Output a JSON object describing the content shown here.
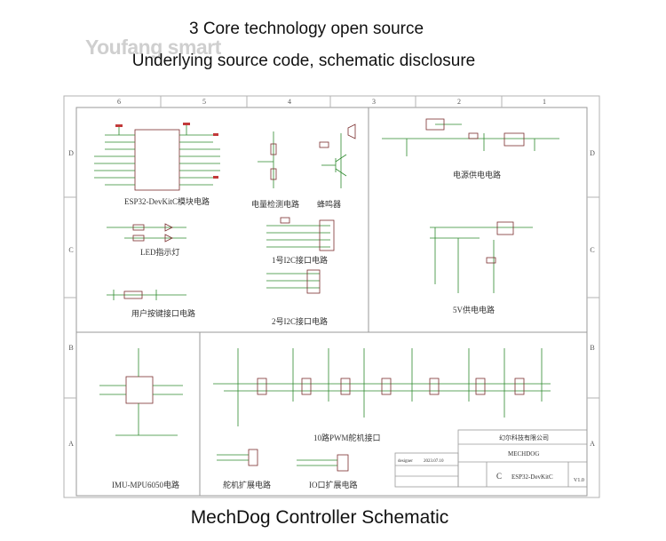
{
  "watermark": "Youfang smart",
  "header": {
    "line1": "3 Core technology open source",
    "line2": "Underlying source code, schematic disclosure"
  },
  "footer": {
    "caption": "MechDog Controller Schematic"
  },
  "frame": {
    "columns": [
      "6",
      "5",
      "4",
      "3",
      "2",
      "1"
    ],
    "rows": [
      "D",
      "C",
      "B",
      "A"
    ]
  },
  "blocks": {
    "esp32": "ESP32-DevKitC模块电路",
    "voltage": "电量检测电路",
    "buzzer": "蜂鸣器",
    "power": "电源供电电路",
    "led": "LED指示灯",
    "i2c1": "1号I2C接口电路",
    "v5": "5V供电电路",
    "button": "用户按键接口电路",
    "i2c2": "2号I2C接口电路",
    "pwm": "10路PWM舵机接口",
    "imu": "IMU-MPU6050电路",
    "servo_ext": "舵机扩展电路",
    "io_ext": "IO口扩展电路"
  },
  "title_block": {
    "company": "幻尔科技有限公司",
    "project": "MECHDOG",
    "size": "C",
    "board": "ESP32-DevKitC",
    "version": "V1.0",
    "date": "2023.07.10",
    "drawn_by": "designer"
  },
  "colors": {
    "frame": "#9a9a9a",
    "wire": "#2e8a2e",
    "part": "#7a2e2e",
    "net": "#3a3ad0",
    "pin": "#c23a3a",
    "label": "#333333"
  }
}
